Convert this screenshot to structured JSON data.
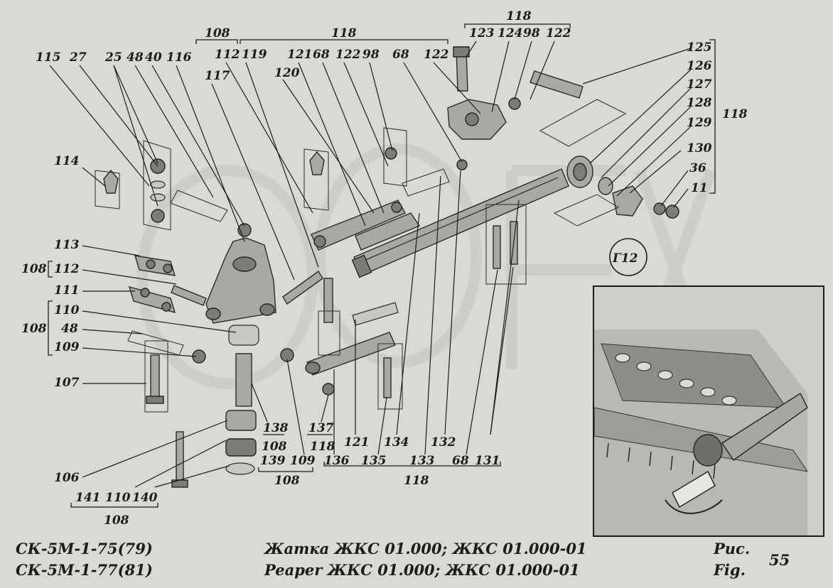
{
  "labels_top": {
    "l108a": "108",
    "l118a": "118",
    "l118b": "118",
    "l123": "123",
    "l124": "124",
    "l98a": "98",
    "l122a": "122",
    "l115": "115",
    "l27": "27",
    "l25": "25",
    "l48a": "48",
    "l40": "40",
    "l116": "116",
    "l112a": "112",
    "l119": "119",
    "l121a": "121",
    "l68a": "68",
    "l122b": "122",
    "l98b": "98",
    "l68b": "68",
    "l122c": "122",
    "l117": "117",
    "l120": "120",
    "l125": "125",
    "l126": "126",
    "l127": "127",
    "l128": "128",
    "l129": "129",
    "l118c": "118",
    "l130": "130",
    "l36": "36",
    "l11": "11",
    "l114": "114",
    "l113": "113",
    "l108b": "108",
    "l112b": "112",
    "l111": "111",
    "l110a": "110",
    "l108c": "108",
    "l48b": "48",
    "l109a": "109",
    "l107": "107",
    "l106": "106",
    "l141": "141",
    "l110b": "110",
    "l140": "140",
    "l108d": "108",
    "l138": "138",
    "l108e": "108",
    "l139": "139",
    "l109b": "109",
    "l108f": "108",
    "l137": "137",
    "l118d": "118",
    "l121b": "121",
    "l134": "134",
    "l132": "132",
    "l136": "136",
    "l135": "135",
    "l133": "133",
    "l68c": "68",
    "l131": "131",
    "l118e": "118",
    "g12": "Г12"
  },
  "footer": {
    "model_line1": "СК-5М-1-75(79)",
    "model_line2": "СК-5М-1-77(81)",
    "title_ru": "Жатка ЖКС 01.000; ЖКС 01.000-01",
    "title_en": "Peaper ЖКС 01.000; ЖКС 01.000-01",
    "fig_ru": "Рис.",
    "fig_en": "Fig.",
    "page": "55"
  },
  "colors": {
    "ink": "#1c1c1c",
    "paper": "#d9d9d5",
    "part": "#a9a9a3"
  }
}
